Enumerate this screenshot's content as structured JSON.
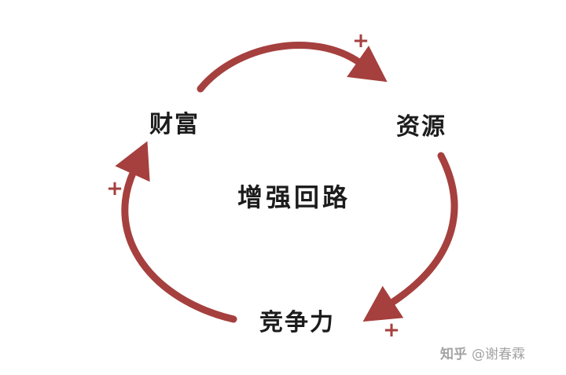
{
  "diagram": {
    "title": "增强回路",
    "type": "causal-loop",
    "nodes": [
      {
        "id": "wealth",
        "label": "财富"
      },
      {
        "id": "resources",
        "label": "资源"
      },
      {
        "id": "competitiveness",
        "label": "竞争力"
      }
    ],
    "edges": [
      {
        "from": "财富",
        "to": "资源",
        "sign": "+"
      },
      {
        "from": "资源",
        "to": "竞争力",
        "sign": "+"
      },
      {
        "from": "竞争力",
        "to": "财富",
        "sign": "+"
      }
    ],
    "colors": {
      "arrow": "#a5403e",
      "plus": "#a5403e",
      "text": "#1c1c1c",
      "watermark": "#a3a3a3",
      "background": "#ffffff"
    }
  },
  "watermark": {
    "brand": "知乎",
    "author": "@谢春霖"
  }
}
